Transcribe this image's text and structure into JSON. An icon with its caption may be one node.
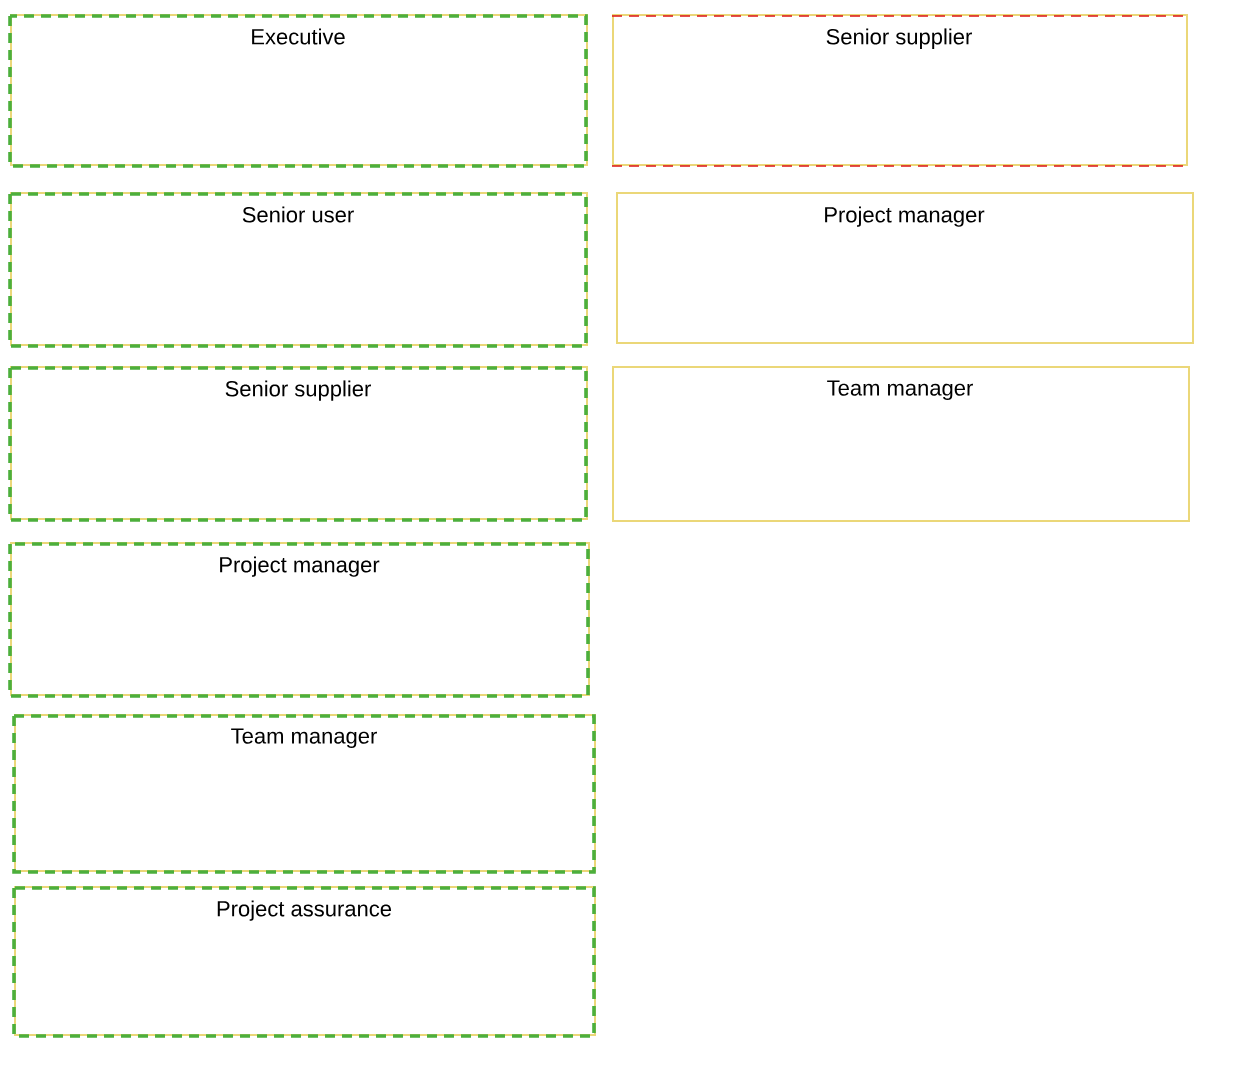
{
  "diagram": {
    "nodes": [
      {
        "text": [
          "Executive"
        ]
      },
      {
        "text": [
          "Senior supplier"
        ]
      },
      {
        "text": [
          "Senior user"
        ]
      },
      {
        "text": [
          "Project manager"
        ]
      },
      {
        "text": [
          "Senior supplier"
        ]
      },
      {
        "text": [
          "Team manager"
        ]
      },
      {
        "text": [
          "Project manager"
        ]
      },
      {
        "text": [
          "Team manager"
        ]
      },
      {
        "text": [
          "Project assurance"
        ]
      }
    ]
  }
}
